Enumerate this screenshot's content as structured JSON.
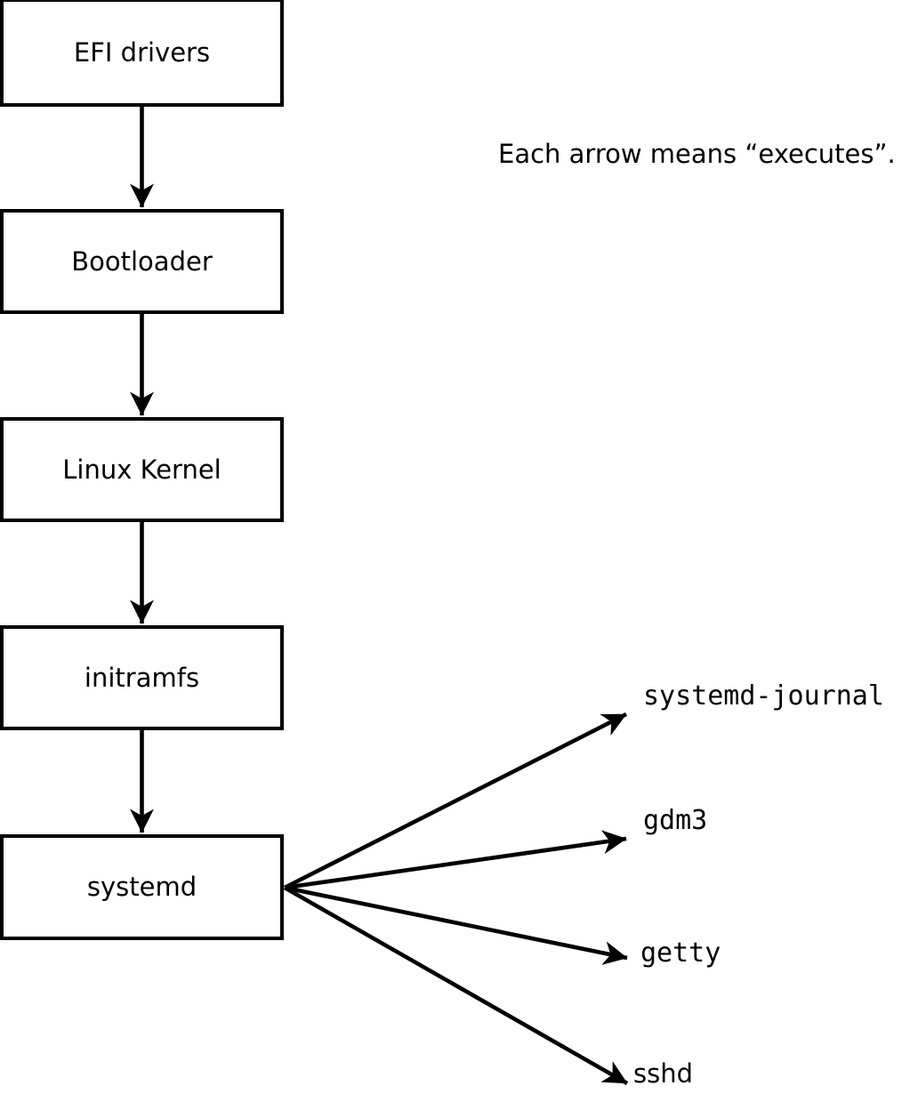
{
  "note": {
    "text": "Each arrow means “executes”."
  },
  "edge_meaning": "executes",
  "chain": [
    {
      "label": "EFI drivers"
    },
    {
      "label": "Bootloader"
    },
    {
      "label": "Linux Kernel"
    },
    {
      "label": "initramfs"
    },
    {
      "label": "systemd"
    }
  ],
  "spawned": [
    {
      "label": "systemd-journal"
    },
    {
      "label": "gdm3"
    },
    {
      "label": "getty"
    },
    {
      "label": "sshd"
    }
  ],
  "colors": {
    "background": "#ffffff",
    "line": "#000000",
    "box_fill": "#ffffff",
    "text": "#000000"
  }
}
